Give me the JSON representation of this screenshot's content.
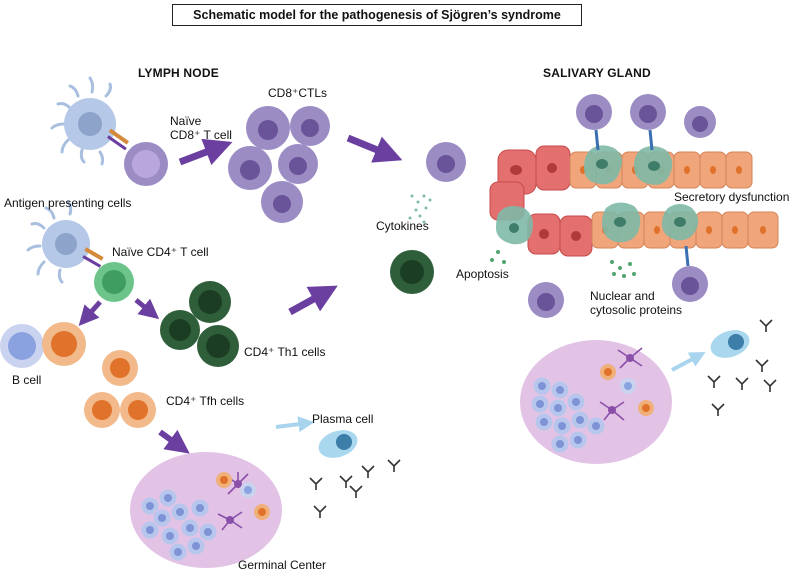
{
  "title": "Schematic model for the pathogenesis of Sjögren’s syndrome",
  "sections": {
    "lymph_node": "LYMPH NODE",
    "salivary_gland": "SALIVARY GLAND"
  },
  "labels": {
    "naive_cd8_line1": "Naïve",
    "naive_cd8_line2": "CD8⁺ T cell",
    "cd8_ctls": "CD8⁺CTLs",
    "antigen_presenting_cells": "Antigen presenting cells",
    "naive_cd4": "Naïve CD4⁺ T cell",
    "b_cell": "B cell",
    "cd4_th1": "CD4⁺ Th1 cells",
    "cd4_tfh": "CD4⁺ Tfh cells",
    "plasma_cell": "Plasma cell",
    "germinal_center": "Germinal Center",
    "cytokines": "Cytokines",
    "apoptosis": "Apoptosis",
    "nuclear_line1": "Nuclear and",
    "nuclear_line2": "cytosolic proteins",
    "secretory_dysfunction": "Secretory dysfunction"
  },
  "colors": {
    "arrow_purple": "#6b3fa0",
    "arrow_light_blue": "#a9d4ee",
    "ctl_purple": "#9b8cc4",
    "th1_green": "#2f5e3a",
    "naive_cd4_green": "#6cc48a",
    "tfh_orange": "#e98a3a",
    "b_cell_blue": "#9fb4e6",
    "germinal_pink": "#e2c3e6",
    "epithelial_salmon": "#f0a57a",
    "epithelial_red": "#e36f6f",
    "apoptotic_teal": "#7fb9a7"
  }
}
